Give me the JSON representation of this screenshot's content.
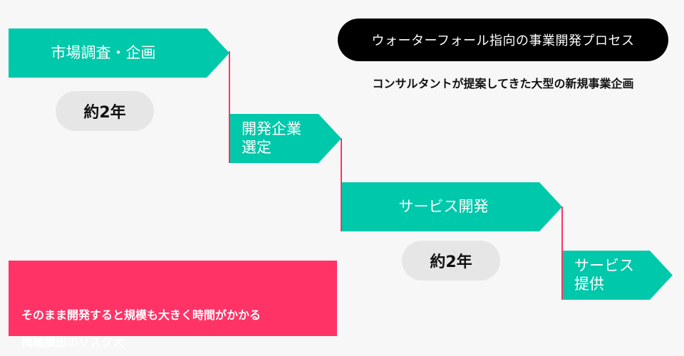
{
  "title": "ウォーターフォール指向の事業開発プロセス",
  "subtitle": "コンサルタントが提案してきた大型の新規事業企画",
  "steps": [
    {
      "label": "市場調査・企画"
    },
    {
      "label": "開発企業\n選定"
    },
    {
      "label": "サービス開発"
    },
    {
      "label": "サービス\n提供"
    }
  ],
  "durations": [
    {
      "label": "約2年"
    },
    {
      "label": "約2年"
    }
  ],
  "risk": {
    "text": "そのまま開発すると規模も大きく時間がかかる\n機械損出のリスク大"
  },
  "colors": {
    "step": "#00c8aa",
    "accent": "#ff3366",
    "title_bg": "#000000",
    "pill_bg": "#e6e6e6",
    "background": "#f7f7f7"
  }
}
